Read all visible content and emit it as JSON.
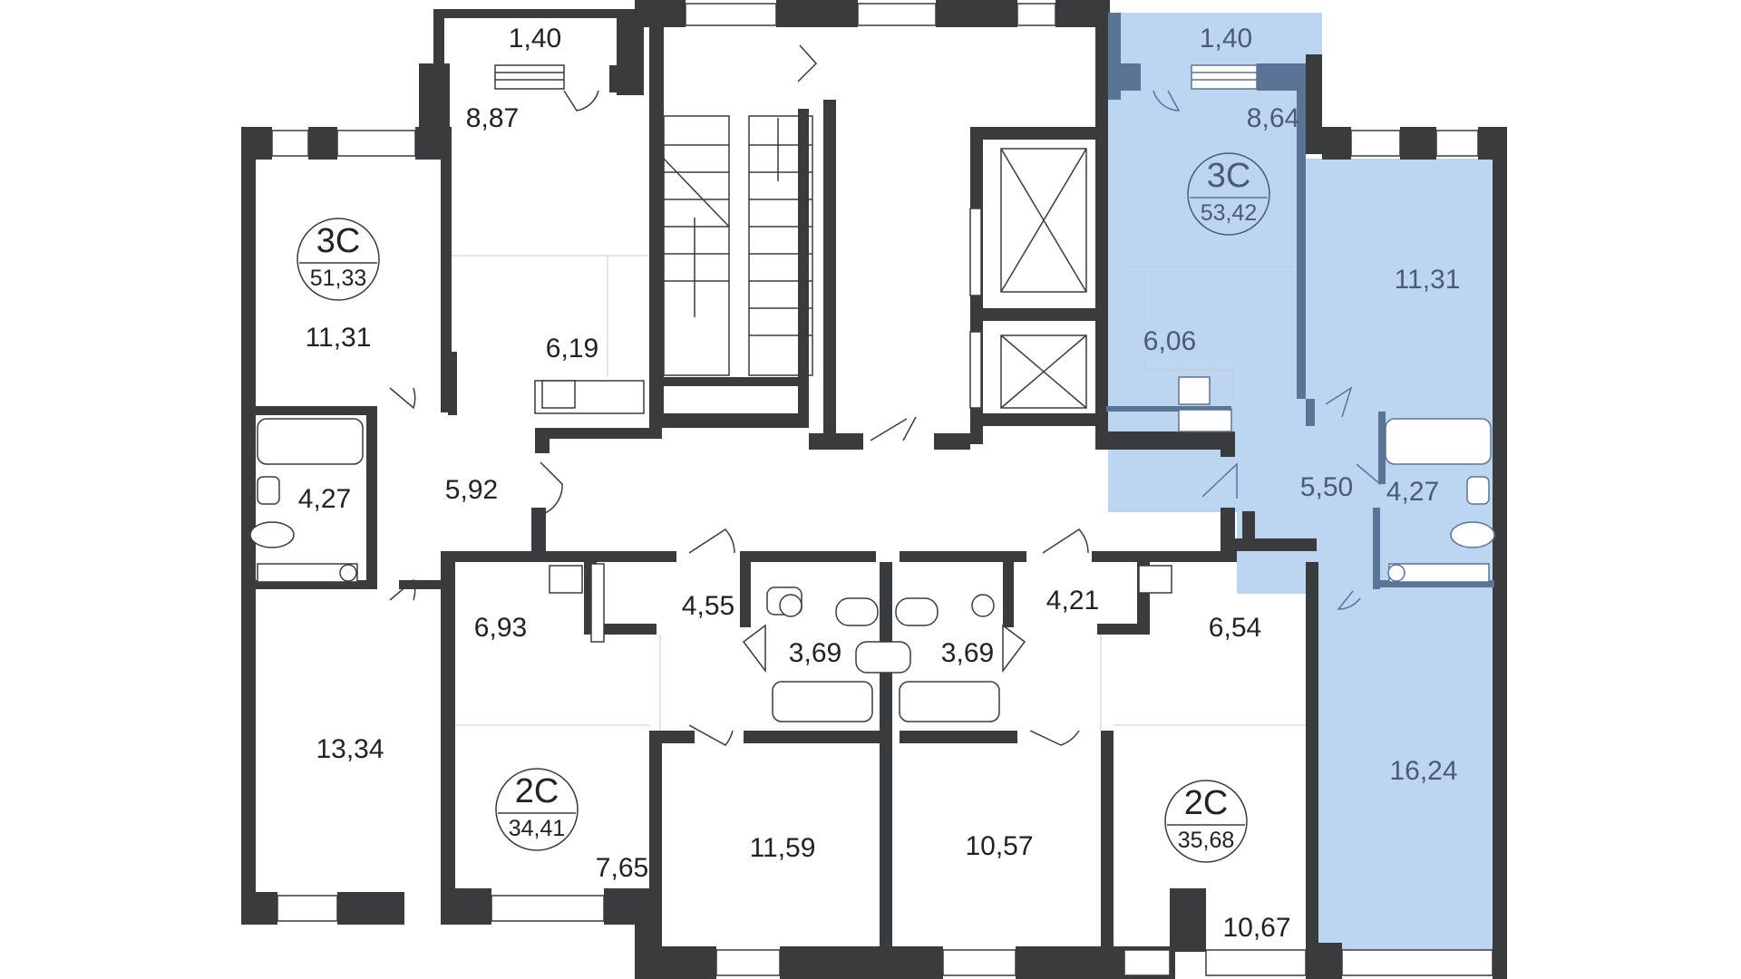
{
  "apartments": [
    {
      "id": "apt-left",
      "type": "3С",
      "total": "51,33"
    },
    {
      "id": "apt-right",
      "type": "3С",
      "total": "53,42"
    },
    {
      "id": "apt-mid-left",
      "type": "2С",
      "total": "34,41"
    },
    {
      "id": "apt-mid-right",
      "type": "2С",
      "total": "35,68"
    }
  ],
  "rooms": {
    "balcony_left": "1,40",
    "hall_left": "8,87",
    "bedroom_left": "11,31",
    "kitchen_left": "6,19",
    "corridor_left": "5,92",
    "bath_left": "4,27",
    "living_left": "13,34",
    "kitchen_mid_left": "6,93",
    "hall_mid_left": "4,55",
    "bath_mid_left": "3,69",
    "living_mid_left": "11,59",
    "loggia_mid_left": "7,65",
    "bath_mid_right": "3,69",
    "hall_mid_right": "4,21",
    "living_mid_right": "10,57",
    "kitchen_mid_right": "6,54",
    "room_mid_right": "10,67",
    "balcony_right": "1,40",
    "hall_right": "8,64",
    "kitchen_right": "6,06",
    "bedroom_right": "11,31",
    "corridor_right": "5,50",
    "bath_right": "4,27",
    "living_right": "16,24"
  },
  "colors": {
    "wall": "#3a3b3d",
    "highlight": "#bcd6f2",
    "highlight_wall": "#5a7496"
  }
}
